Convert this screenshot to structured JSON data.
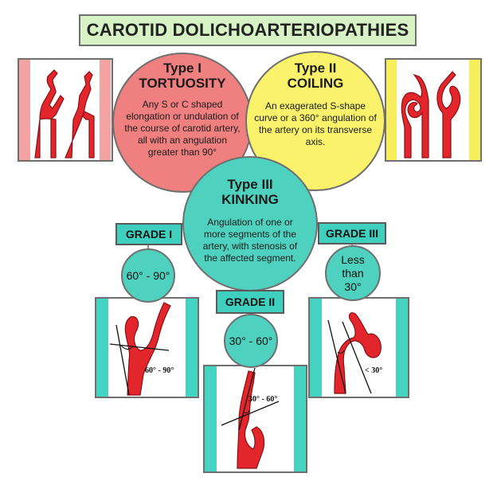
{
  "title": "CAROTID DOLICHOARTERIOPATHIES",
  "type1": {
    "heading": "Type I",
    "name": "TORTUOSITY",
    "description": "Any S or C shaped elongation or undulation of the course of carotid artery, all with an angulation greater than 90°",
    "color": "#f07f7f"
  },
  "type2": {
    "heading": "Type II",
    "name": "COILING",
    "description": "An exagerated S-shape curve or a 360° angulation of the artery on its transverse axis.",
    "color": "#faf26a"
  },
  "type3": {
    "heading": "Type III",
    "name": "KINKING",
    "description": "Angulation of one or more segments of the artery, with stenosis of the affected segment.",
    "color": "#4fd1c0"
  },
  "grades": {
    "grade1": {
      "label": "GRADE I",
      "range": "60° - 90°",
      "image_label": "60° - 90°"
    },
    "grade2": {
      "label": "GRADE II",
      "range": "30° - 60°",
      "image_label": "30° - 60°"
    },
    "grade3": {
      "label": "GRADE III",
      "range": "Less than 30°",
      "image_label": "< 30°"
    }
  },
  "colors": {
    "artery": "#e2262b",
    "artery_outline": "#8a1015",
    "tortuosity_band": "#f4a3a3",
    "coiling_band": "#f7ee5c",
    "kinking_band": "#45d3c2"
  }
}
